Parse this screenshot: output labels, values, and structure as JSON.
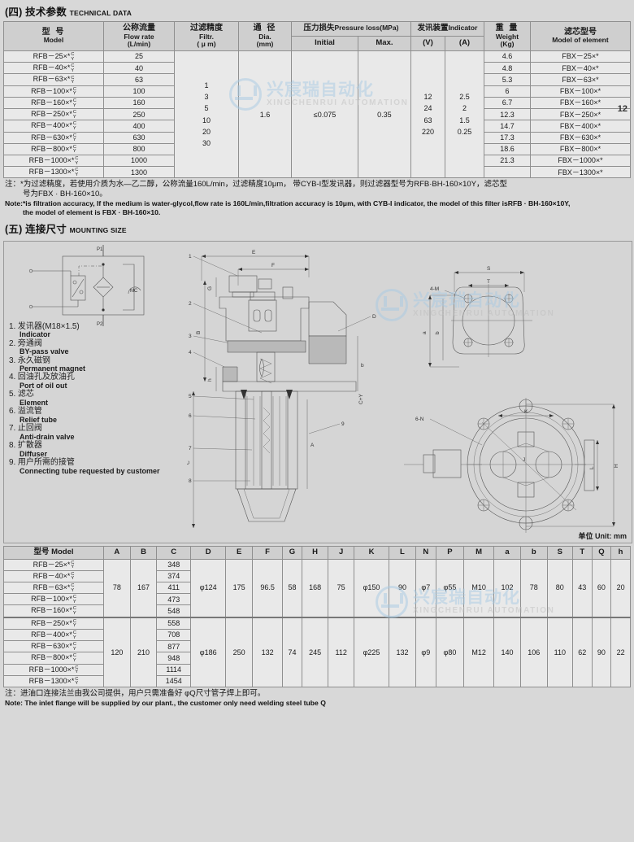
{
  "sections": {
    "tech": {
      "num": "(四)",
      "zh": "技术参数",
      "en": "TECHNICAL DATA"
    },
    "mount": {
      "num": "(五)",
      "zh": "连接尺寸",
      "en": "MOUNTING SIZE"
    }
  },
  "page_number": "12",
  "watermark": {
    "zh": "兴宸瑞自动化",
    "en": "XINGCHENRUI AUTOMATION"
  },
  "unit_label": {
    "zh": "单位",
    "en": "Unit: mm"
  },
  "tech_table": {
    "headers": {
      "model": {
        "zh": "型 号",
        "en": "Model"
      },
      "flow": {
        "zh": "公称流量",
        "en": "Flow rate",
        "unit": "(L/min)"
      },
      "filtr": {
        "zh": "过滤精度",
        "en": "Filtr.",
        "unit": "( μ m)"
      },
      "dia": {
        "zh": "通 径",
        "en": "Dia.",
        "unit": "(mm)"
      },
      "pressure": {
        "zh": "压力损失",
        "en": "Pressure loss(MPa)",
        "initial": "Initial",
        "max": "Max."
      },
      "indicator": {
        "zh": "发讯装置",
        "en": "Indicator",
        "v": "(V)",
        "a": "(A)"
      },
      "weight": {
        "zh": "重 量",
        "en": "Weight",
        "unit": "(Kg)"
      },
      "element": {
        "zh": "滤芯型号",
        "en": "Model of element"
      }
    },
    "rows": [
      {
        "model": "RFB－25×*",
        "sub": [
          "C",
          "Y"
        ],
        "flow": "25",
        "weight": "4.6",
        "element": "FBX－25×*"
      },
      {
        "model": "RFB－40×*",
        "sub": [
          "C",
          "Y"
        ],
        "flow": "40",
        "weight": "4.8",
        "element": "FBX－40×*"
      },
      {
        "model": "RFB－63×*",
        "sub": [
          "C",
          "Y"
        ],
        "flow": "63",
        "weight": "5.3",
        "element": "FBX－63×*"
      },
      {
        "model": "RFB－100×*",
        "sub": [
          "C",
          "Y"
        ],
        "flow": "100",
        "weight": "6",
        "element": "FBX－100×*"
      },
      {
        "model": "RFB－160×*",
        "sub": [
          "C",
          "Y"
        ],
        "flow": "160",
        "weight": "6.7",
        "element": "FBX－160×*"
      },
      {
        "model": "RFB－250×*",
        "sub": [
          "C",
          "Y"
        ],
        "flow": "250",
        "weight": "12.3",
        "element": "FBX－250×*"
      },
      {
        "model": "RFB－400×*",
        "sub": [
          "C",
          "Y"
        ],
        "flow": "400",
        "weight": "14.7",
        "element": "FBX－400×*"
      },
      {
        "model": "RFB－630×*",
        "sub": [
          "C",
          "Y"
        ],
        "flow": "630",
        "weight": "17.3",
        "element": "FBX－630×*"
      },
      {
        "model": "RFB－800×*",
        "sub": [
          "C",
          "Y"
        ],
        "flow": "800",
        "weight": "18.6",
        "element": "FBX－800×*"
      },
      {
        "model": "RFB－1000×*",
        "sub": [
          "C",
          "Y"
        ],
        "flow": "1000",
        "weight": "21.3",
        "element": "FBX－1000×*"
      },
      {
        "model": "RFB－1300×*",
        "sub": [
          "C",
          "Y"
        ],
        "flow": "1300",
        "weight": "",
        "element": "FBX－1300×*"
      }
    ],
    "filtr_values": [
      "1",
      "3",
      "5",
      "10",
      "20",
      "30"
    ],
    "dia_value": "1.6",
    "pressure_initial": "≤0.075",
    "pressure_max": "0.35",
    "indicator_v": [
      "12",
      "24",
      "63",
      "220"
    ],
    "indicator_a": [
      "2.5",
      "2",
      "1.5",
      "0.25"
    ]
  },
  "tech_note": {
    "cn_line1": "注：*为过滤精度，若使用介质为水—乙二醇，公称流量160L/min，过滤精度10μm， 带CYB-I型发讯器，则过滤器型号为RFB·BH-160×10Y，滤芯型",
    "cn_line2": "号为FBX · BH-160×10。",
    "en_line1": "Note:*is filtration accuracy, If the medium is water-glycol,flow rate is 160L/min,filtration accuracy is 10μm, with CYB-I indicator, the model of this filter isRFB · BH-160×10Y,",
    "en_line2": "the model of element is FBX · BH-160×10."
  },
  "legend": {
    "items": [
      {
        "n": "1.",
        "zh": "发讯器(M18×1.5)",
        "en": "Indicator"
      },
      {
        "n": "2.",
        "zh": "旁通阀",
        "en": "BY-pass valve"
      },
      {
        "n": "3.",
        "zh": "永久磁钢",
        "en": "Permanent magnet"
      },
      {
        "n": "4.",
        "zh": "回油孔及放油孔",
        "en": "Port of oil out"
      },
      {
        "n": "5.",
        "zh": "滤芯",
        "en": "Element"
      },
      {
        "n": "6.",
        "zh": "溢流管",
        "en": "Relief tube"
      },
      {
        "n": "7.",
        "zh": "止回阀",
        "en": "Anti-drain valve"
      },
      {
        "n": "8.",
        "zh": "扩散器",
        "en": "Diffuser"
      },
      {
        "n": "9.",
        "zh": "用户所需的接管",
        "en": "Connecting tube requested by customer"
      }
    ]
  },
  "drawing_labels": {
    "schematic": {
      "p1": "P1",
      "p2": "P2",
      "mc": "MC"
    },
    "callouts": [
      "1",
      "2",
      "3",
      "4",
      "5",
      "6",
      "7",
      "8",
      "9"
    ],
    "dims_main": [
      "E",
      "F",
      "A",
      "B",
      "C",
      "D",
      "G",
      "h",
      "C+Y",
      "b"
    ],
    "dims_flange": [
      "S",
      "T",
      "M",
      "a",
      "4-M",
      "b"
    ],
    "dims_body": [
      "6-N",
      "H",
      "L",
      "J",
      "K",
      "P"
    ]
  },
  "dim_table": {
    "headers": [
      "型号 Model",
      "A",
      "B",
      "C",
      "D",
      "E",
      "F",
      "G",
      "H",
      "J",
      "K",
      "L",
      "N",
      "P",
      "M",
      "a",
      "b",
      "S",
      "T",
      "Q",
      "h"
    ],
    "group1": {
      "models": [
        {
          "model": "RFB－25×*",
          "sub": [
            "C",
            "Y"
          ],
          "C": "348"
        },
        {
          "model": "RFB－40×*",
          "sub": [
            "C",
            "Y"
          ],
          "C": "374"
        },
        {
          "model": "RFB－63×*",
          "sub": [
            "C",
            "Y"
          ],
          "C": "411"
        },
        {
          "model": "RFB－100×*",
          "sub": [
            "C",
            "Y"
          ],
          "C": "473"
        },
        {
          "model": "RFB－160×*",
          "sub": [
            "C",
            "Y"
          ],
          "C": "548"
        }
      ],
      "values": {
        "A": "78",
        "B": "167",
        "D": "φ124",
        "E": "175",
        "F": "96.5",
        "G": "58",
        "H": "168",
        "J": "75",
        "K": "φ150",
        "L": "90",
        "N": "φ7",
        "P": "φ55",
        "M": "M10",
        "a": "102",
        "b": "78",
        "S": "80",
        "T": "43",
        "Q": "60",
        "h": "20"
      }
    },
    "group2": {
      "models": [
        {
          "model": "RFB－250×*",
          "sub": [
            "C",
            "Y"
          ],
          "C": "558"
        },
        {
          "model": "RFB－400×*",
          "sub": [
            "C",
            "Y"
          ],
          "C": "708"
        },
        {
          "model": "RFB－630×*",
          "sub": [
            "C",
            "Y"
          ],
          "C": "877"
        },
        {
          "model": "RFB－800×*",
          "sub": [
            "C",
            "Y"
          ],
          "C": "948"
        },
        {
          "model": "RFB－1000×*",
          "sub": [
            "C",
            "Y"
          ],
          "C": "1114"
        },
        {
          "model": "RFB－1300×*",
          "sub": [
            "C",
            "Y"
          ],
          "C": "1454"
        }
      ],
      "values": {
        "A": "120",
        "B": "210",
        "D": "φ186",
        "E": "250",
        "F": "132",
        "G": "74",
        "H": "245",
        "J": "112",
        "K": "φ225",
        "L": "132",
        "N": "φ9",
        "P": "φ80",
        "M": "M12",
        "a": "140",
        "b": "106",
        "S": "110",
        "T": "62",
        "Q": "90",
        "h": "22"
      }
    }
  },
  "dim_note": {
    "cn": "注：进油口连接法兰由我公司提供，用户只需准备好 φQ尺寸管子焊上即可。",
    "en": "Note: The inlet flange will be supplied by our plant., the customer only need welding steel tube Q"
  }
}
